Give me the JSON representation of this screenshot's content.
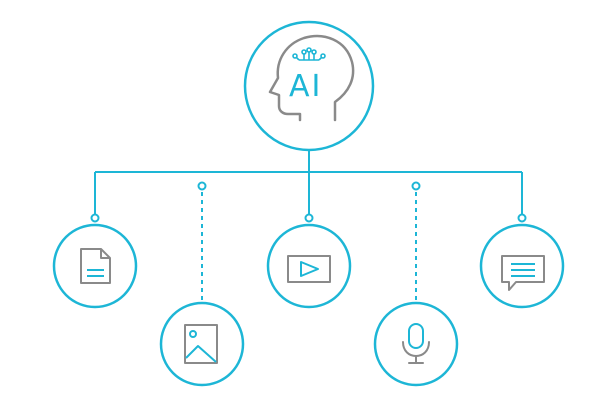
{
  "colors": {
    "accent": "#1db6d6",
    "icon": "#8a8a8a",
    "background": "#ffffff"
  },
  "root": {
    "label": "AI",
    "icon": "ai-head-icon"
  },
  "children": [
    {
      "icon": "document-icon",
      "connector": "solid"
    },
    {
      "icon": "image-icon",
      "connector": "dashed"
    },
    {
      "icon": "video-play-icon",
      "connector": "solid"
    },
    {
      "icon": "microphone-icon",
      "connector": "dashed"
    },
    {
      "icon": "chat-message-icon",
      "connector": "solid"
    }
  ]
}
